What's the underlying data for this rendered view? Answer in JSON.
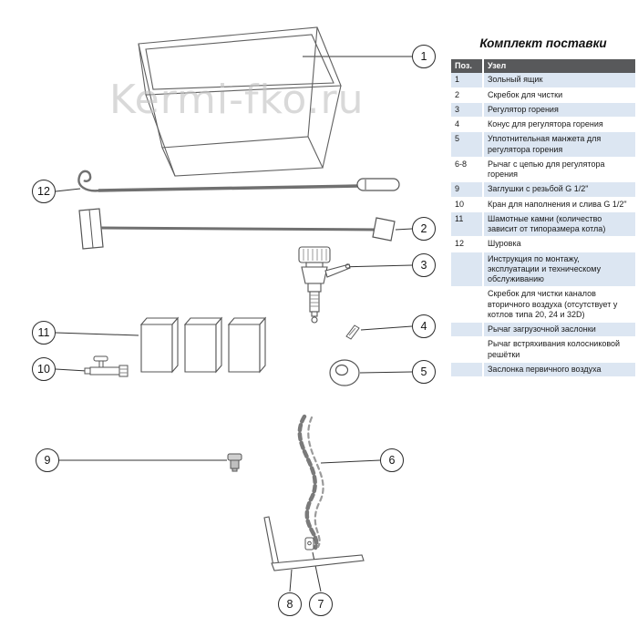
{
  "watermark": {
    "text": "Kermi-fko.ru"
  },
  "table": {
    "title": "Комплект поставки",
    "headers": {
      "pos": "Поз.",
      "unit": "Узел"
    },
    "rows": [
      {
        "pos": "1",
        "unit": "Зольный ящик"
      },
      {
        "pos": "2",
        "unit": "Скребок для чистки"
      },
      {
        "pos": "3",
        "unit": "Регулятор горения"
      },
      {
        "pos": "4",
        "unit": "Конус для регулятора горения"
      },
      {
        "pos": "5",
        "unit": "Уплотнительная манжета для регулятора горения"
      },
      {
        "pos": "6-8",
        "unit": "Рычаг с цепью для регулятора горения"
      },
      {
        "pos": "9",
        "unit": "Заглушки с резьбой G 1/2\""
      },
      {
        "pos": "10",
        "unit": "Кран для наполнения и слива G 1/2\""
      },
      {
        "pos": "11",
        "unit": "Шамотные камни (количество зависит от типоразмера котла)"
      },
      {
        "pos": "12",
        "unit": "Шуровка"
      },
      {
        "pos": "",
        "unit": "Инструкция по монтажу, эксплуатации и техническому обслуживанию"
      },
      {
        "pos": "",
        "unit": "Скребок для чистки каналов вторичного воздуха (отсутствует у котлов типа 20, 24 и 32D)"
      },
      {
        "pos": "",
        "unit": "Рычаг загрузочной заслонки"
      },
      {
        "pos": "",
        "unit": "Рычаг встряхивания колосниковой решётки"
      },
      {
        "pos": "",
        "unit": "Заслонка первичного воздуха"
      }
    ]
  },
  "diagram": {
    "callouts": [
      {
        "label": "1"
      },
      {
        "label": "2"
      },
      {
        "label": "3"
      },
      {
        "label": "4"
      },
      {
        "label": "5"
      },
      {
        "label": "6"
      },
      {
        "label": "7"
      },
      {
        "label": "8"
      },
      {
        "label": "9"
      },
      {
        "label": "10"
      },
      {
        "label": "11"
      },
      {
        "label": "12"
      }
    ],
    "parts": [
      "ash-box",
      "scraper",
      "burning-regulator",
      "cone",
      "seal-ring",
      "chain",
      "clevis",
      "lever",
      "plug",
      "filling-tap",
      "chamotte-stones",
      "poker"
    ]
  },
  "colors": {
    "table_header_bg": "#58595b",
    "table_row_alt": "#dce6f2",
    "drawing_line": "#606060",
    "callout_border": "#2a2a2a",
    "watermark": "#c3c3c3"
  }
}
